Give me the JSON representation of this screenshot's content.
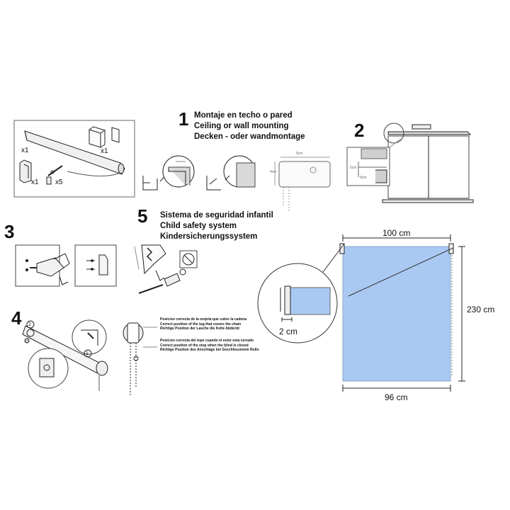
{
  "colors": {
    "blind": "#a9c9f2",
    "blind_stroke": "#8aa9cc",
    "line": "#222222",
    "grey_fill": "#cfcfcf",
    "wall_grey": "#bdbdbd"
  },
  "contents": {
    "qty_bar": "x1",
    "qty_bracket_right": "x1",
    "qty_bracket_left": "x1",
    "qty_screws": "x5"
  },
  "step1": {
    "number": "1",
    "lines": [
      "Montaje en techo o pared",
      "Ceiling or wall mounting",
      "Decken - oder wandmontage"
    ],
    "tiny_width": "5cm",
    "tiny_height": "4cm"
  },
  "step2": {
    "number": "2",
    "tiny_a": "5cm",
    "tiny_b": "5cm"
  },
  "step3": {
    "number": "3"
  },
  "step4": {
    "number": "4",
    "marker_a": "2",
    "marker_b": "1"
  },
  "step5": {
    "number": "5",
    "lines": [
      "Sistema de seguridad infantil",
      "Child safety system",
      "Kindersicherungssystem"
    ]
  },
  "notes": {
    "tug": [
      "Posicion correcta de la orejeta que cubre la cadena",
      "Correct position of the tug that covers the chain",
      "Richtige Position der Lasche die Kette Abdeckt"
    ],
    "stop": [
      "Posicion correcta del tope cuando el estor esta cerrado",
      "Correct position of the stop when the blind is closed",
      "Richtige Position des Anschlags bei Geschlossenem Rollo"
    ]
  },
  "dimensions": {
    "top_width": "100 cm",
    "height": "230 cm",
    "bottom_width": "96 cm",
    "detail": "2 cm"
  }
}
